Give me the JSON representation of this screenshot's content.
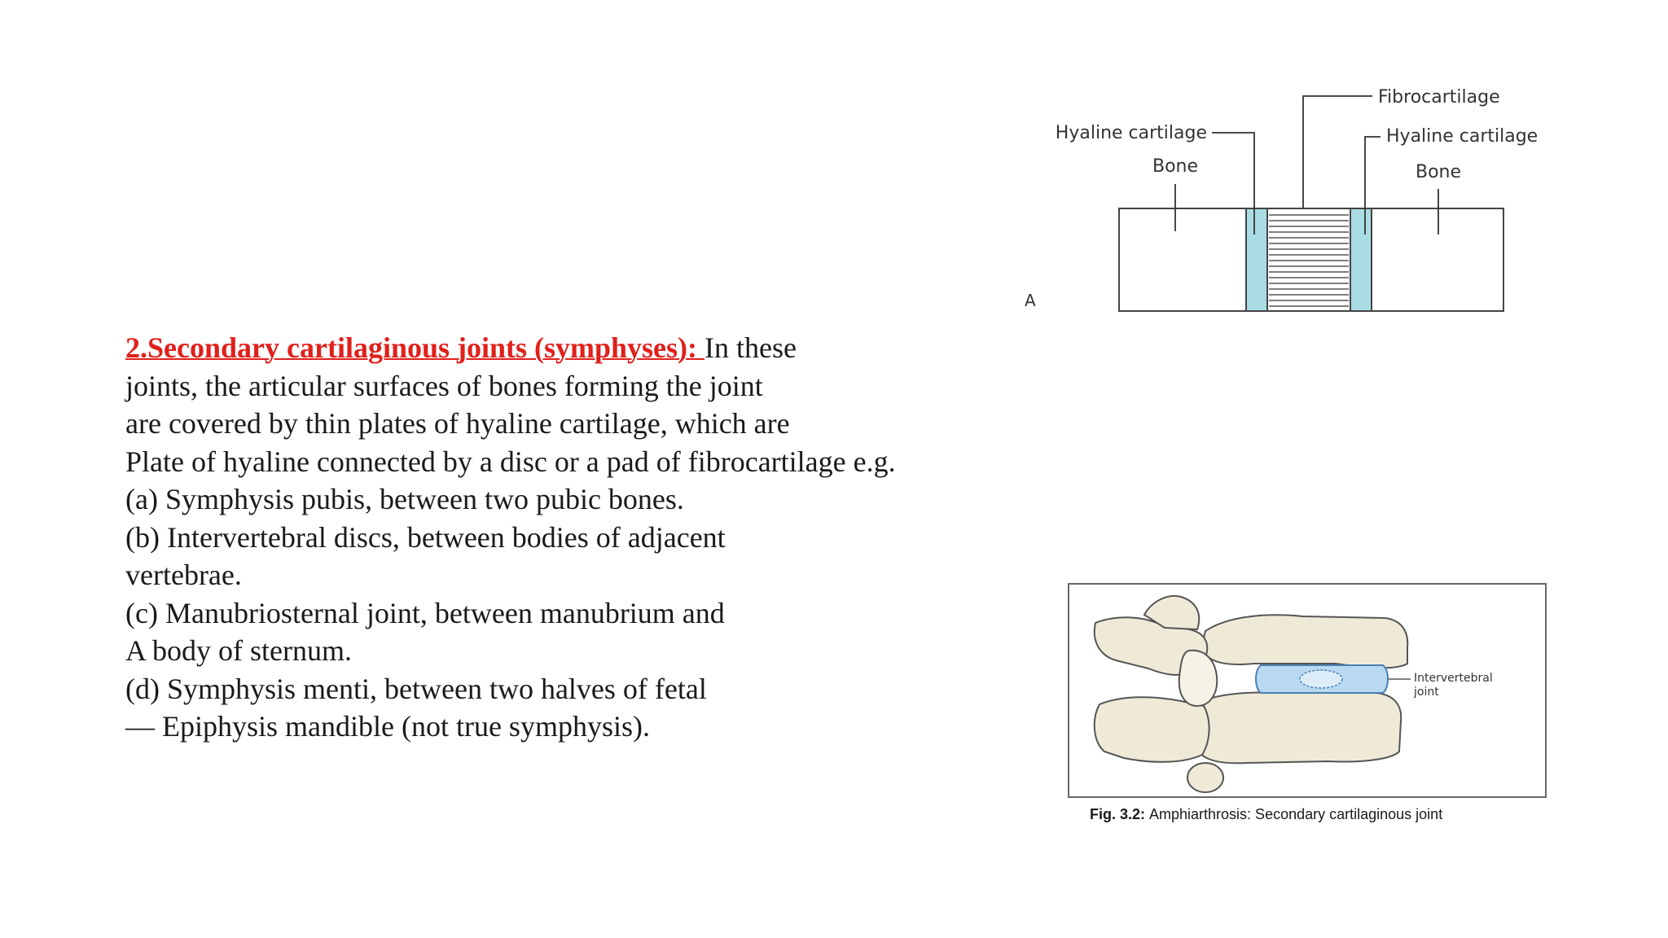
{
  "text": {
    "heading": "2.Secondary cartilaginous joints (symphyses): ",
    "lines": [
      "In these",
      "joints, the articular surfaces of bones forming the joint",
      "are covered by thin plates of hyaline cartilage, which are",
      "Plate of hyaline connected by a disc or a pad of fibrocartilage e.g.",
      "(a) Symphysis pubis, between two pubic bones.",
      "(b) Intervertebral discs, between bodies of adjacent",
      "vertebrae.",
      "(c) Manubriosternal joint, between manubrium and",
      "A body of sternum.",
      "(d) Symphysis menti, between two halves of fetal",
      "— Epiphysis mandible (not true symphysis)."
    ]
  },
  "diagram_a": {
    "label_fibrocartilage": "Fibrocartilage",
    "label_hyaline_left": "Hyaline cartilage",
    "label_hyaline_right": "Hyaline cartilage",
    "label_bone_left": "Bone",
    "label_bone_right": "Bone",
    "panel_letter": "A",
    "cartilage_color": "#a9dde3"
  },
  "figure_b": {
    "label_intervertebral": "Intervertebral",
    "label_joint": "joint",
    "caption_bold": "Fig. 3.2: ",
    "caption_text": "Amphiarthrosis: Secondary cartilaginous joint",
    "disc_color": "#b9d9f2",
    "bone_color": "#efe9d8"
  }
}
